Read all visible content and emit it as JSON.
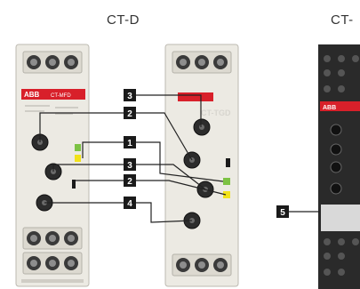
{
  "titles": {
    "left": "CT-D",
    "right": "CT-"
  },
  "devices": {
    "left": {
      "brand": "ABB",
      "model_text": "CT-MFD"
    },
    "middle": {
      "model_text": "CT-TGD"
    },
    "right": {
      "brand": "ABB"
    }
  },
  "callouts": [
    "3",
    "2",
    "1",
    "3",
    "2",
    "4",
    "5"
  ],
  "colors": {
    "abb_red": "#d8202a",
    "device_body": "#eceae3",
    "dark_device": "#2a2a2a",
    "lead_line": "#222222",
    "indicator_yellow": "#f2e21a",
    "indicator_green": "#7cc243"
  }
}
